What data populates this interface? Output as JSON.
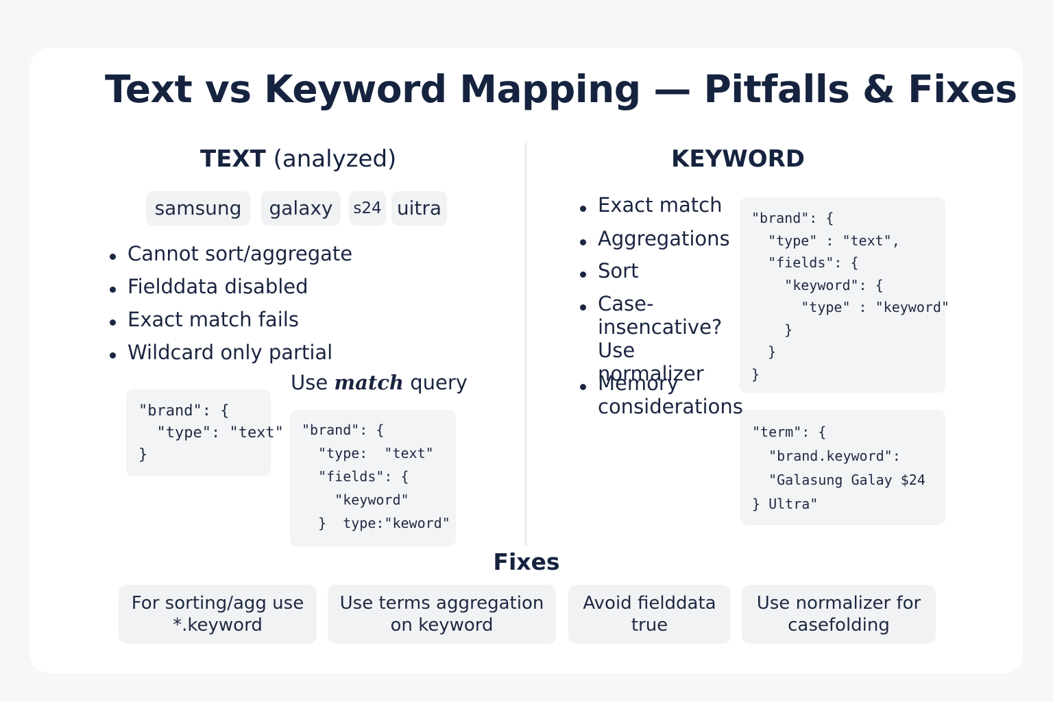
{
  "title": "Text vs Keyword Mapping — Pitfalls & Fixes",
  "text_column": {
    "heading_bold": "TEXT",
    "heading_light": "(analyzed)",
    "tokens": [
      "samsung",
      "galaxy",
      "s24",
      "uitra"
    ],
    "bullets": [
      "Cannot sort/aggregate",
      "Fielddata disabled",
      "Exact match fails",
      "Wildcard only partial"
    ],
    "mapping_code": "\"brand\": {\n  \"type\": \"text\"\n}",
    "use_match": {
      "prefix": "Use",
      "emphasis": "match",
      "suffix": "query"
    },
    "multifield_code": "\"brand\": {\n  \"type:  \"text\"\n  \"fields\": {\n    \"keyword\"\n  }  type:\"keword\""
  },
  "keyword_column": {
    "heading": "KEYWORD",
    "bullets": [
      "Exact match",
      "Aggregations",
      "Sort",
      "Case-\ninsencative?\nUse normalizer",
      "Memory\nconsiderations"
    ],
    "mapping_code": "\"brand\": {\n  \"type\" : \"text\",\n  \"fields\": {\n    \"keyword\": {\n      \"type\" : \"keyword\"\n    }\n  }\n}",
    "term_code": "\"term\": {\n  \"brand.keyword\":\n  \"Galasung Galay $24\n} Ultra\""
  },
  "fixes": {
    "title": "Fixes",
    "items": [
      "For sorting/agg use\n*.keyword",
      "Use terms aggregation\non keyword",
      "Avoid fielddata\ntrue",
      "Use normalizer for\ncasefolding"
    ]
  }
}
